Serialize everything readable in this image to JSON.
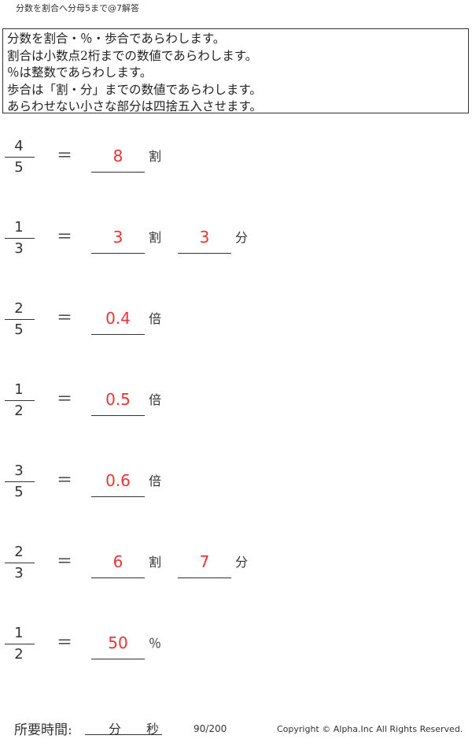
{
  "title": "分数を割合へ分母5まで@7解答",
  "instructions": [
    "分数を割合・％・歩合であらわします。",
    "割合は小数点2桁までの数値であらわします。",
    "％は整数であらわします。",
    "歩合は「割・分」までの数値であらわします。",
    "あらわせない小さな部分は四捨五入させます。"
  ],
  "problems": [
    {
      "numerator": "4",
      "denominator": "5",
      "equals": "＝",
      "answer1": "8",
      "unit1": "割",
      "answer2": "",
      "unit2": ""
    },
    {
      "numerator": "1",
      "denominator": "3",
      "equals": "＝",
      "answer1": "3",
      "unit1": "割",
      "answer2": "3",
      "unit2": "分"
    },
    {
      "numerator": "2",
      "denominator": "5",
      "equals": "＝",
      "answer1": "0.4",
      "unit1": "倍",
      "answer2": "",
      "unit2": ""
    },
    {
      "numerator": "1",
      "denominator": "2",
      "equals": "＝",
      "answer1": "0.5",
      "unit1": "倍",
      "answer2": "",
      "unit2": ""
    },
    {
      "numerator": "3",
      "denominator": "5",
      "equals": "＝",
      "answer1": "0.6",
      "unit1": "倍",
      "answer2": "",
      "unit2": ""
    },
    {
      "numerator": "2",
      "denominator": "3",
      "equals": "＝",
      "answer1": "6",
      "unit1": "割",
      "answer2": "7",
      "unit2": "分"
    },
    {
      "numerator": "1",
      "denominator": "2",
      "equals": "＝",
      "answer1": "50",
      "unit1": "％",
      "answer2": "",
      "unit2": ""
    }
  ],
  "footer": {
    "time_label": "所要時間:",
    "minutes_label": "分",
    "seconds_label": "秒",
    "page": "90/200",
    "copyright": "Copyright ©  Alpha.Inc All Rights Reserved."
  },
  "colors": {
    "answer": "#e33",
    "text": "#333"
  }
}
